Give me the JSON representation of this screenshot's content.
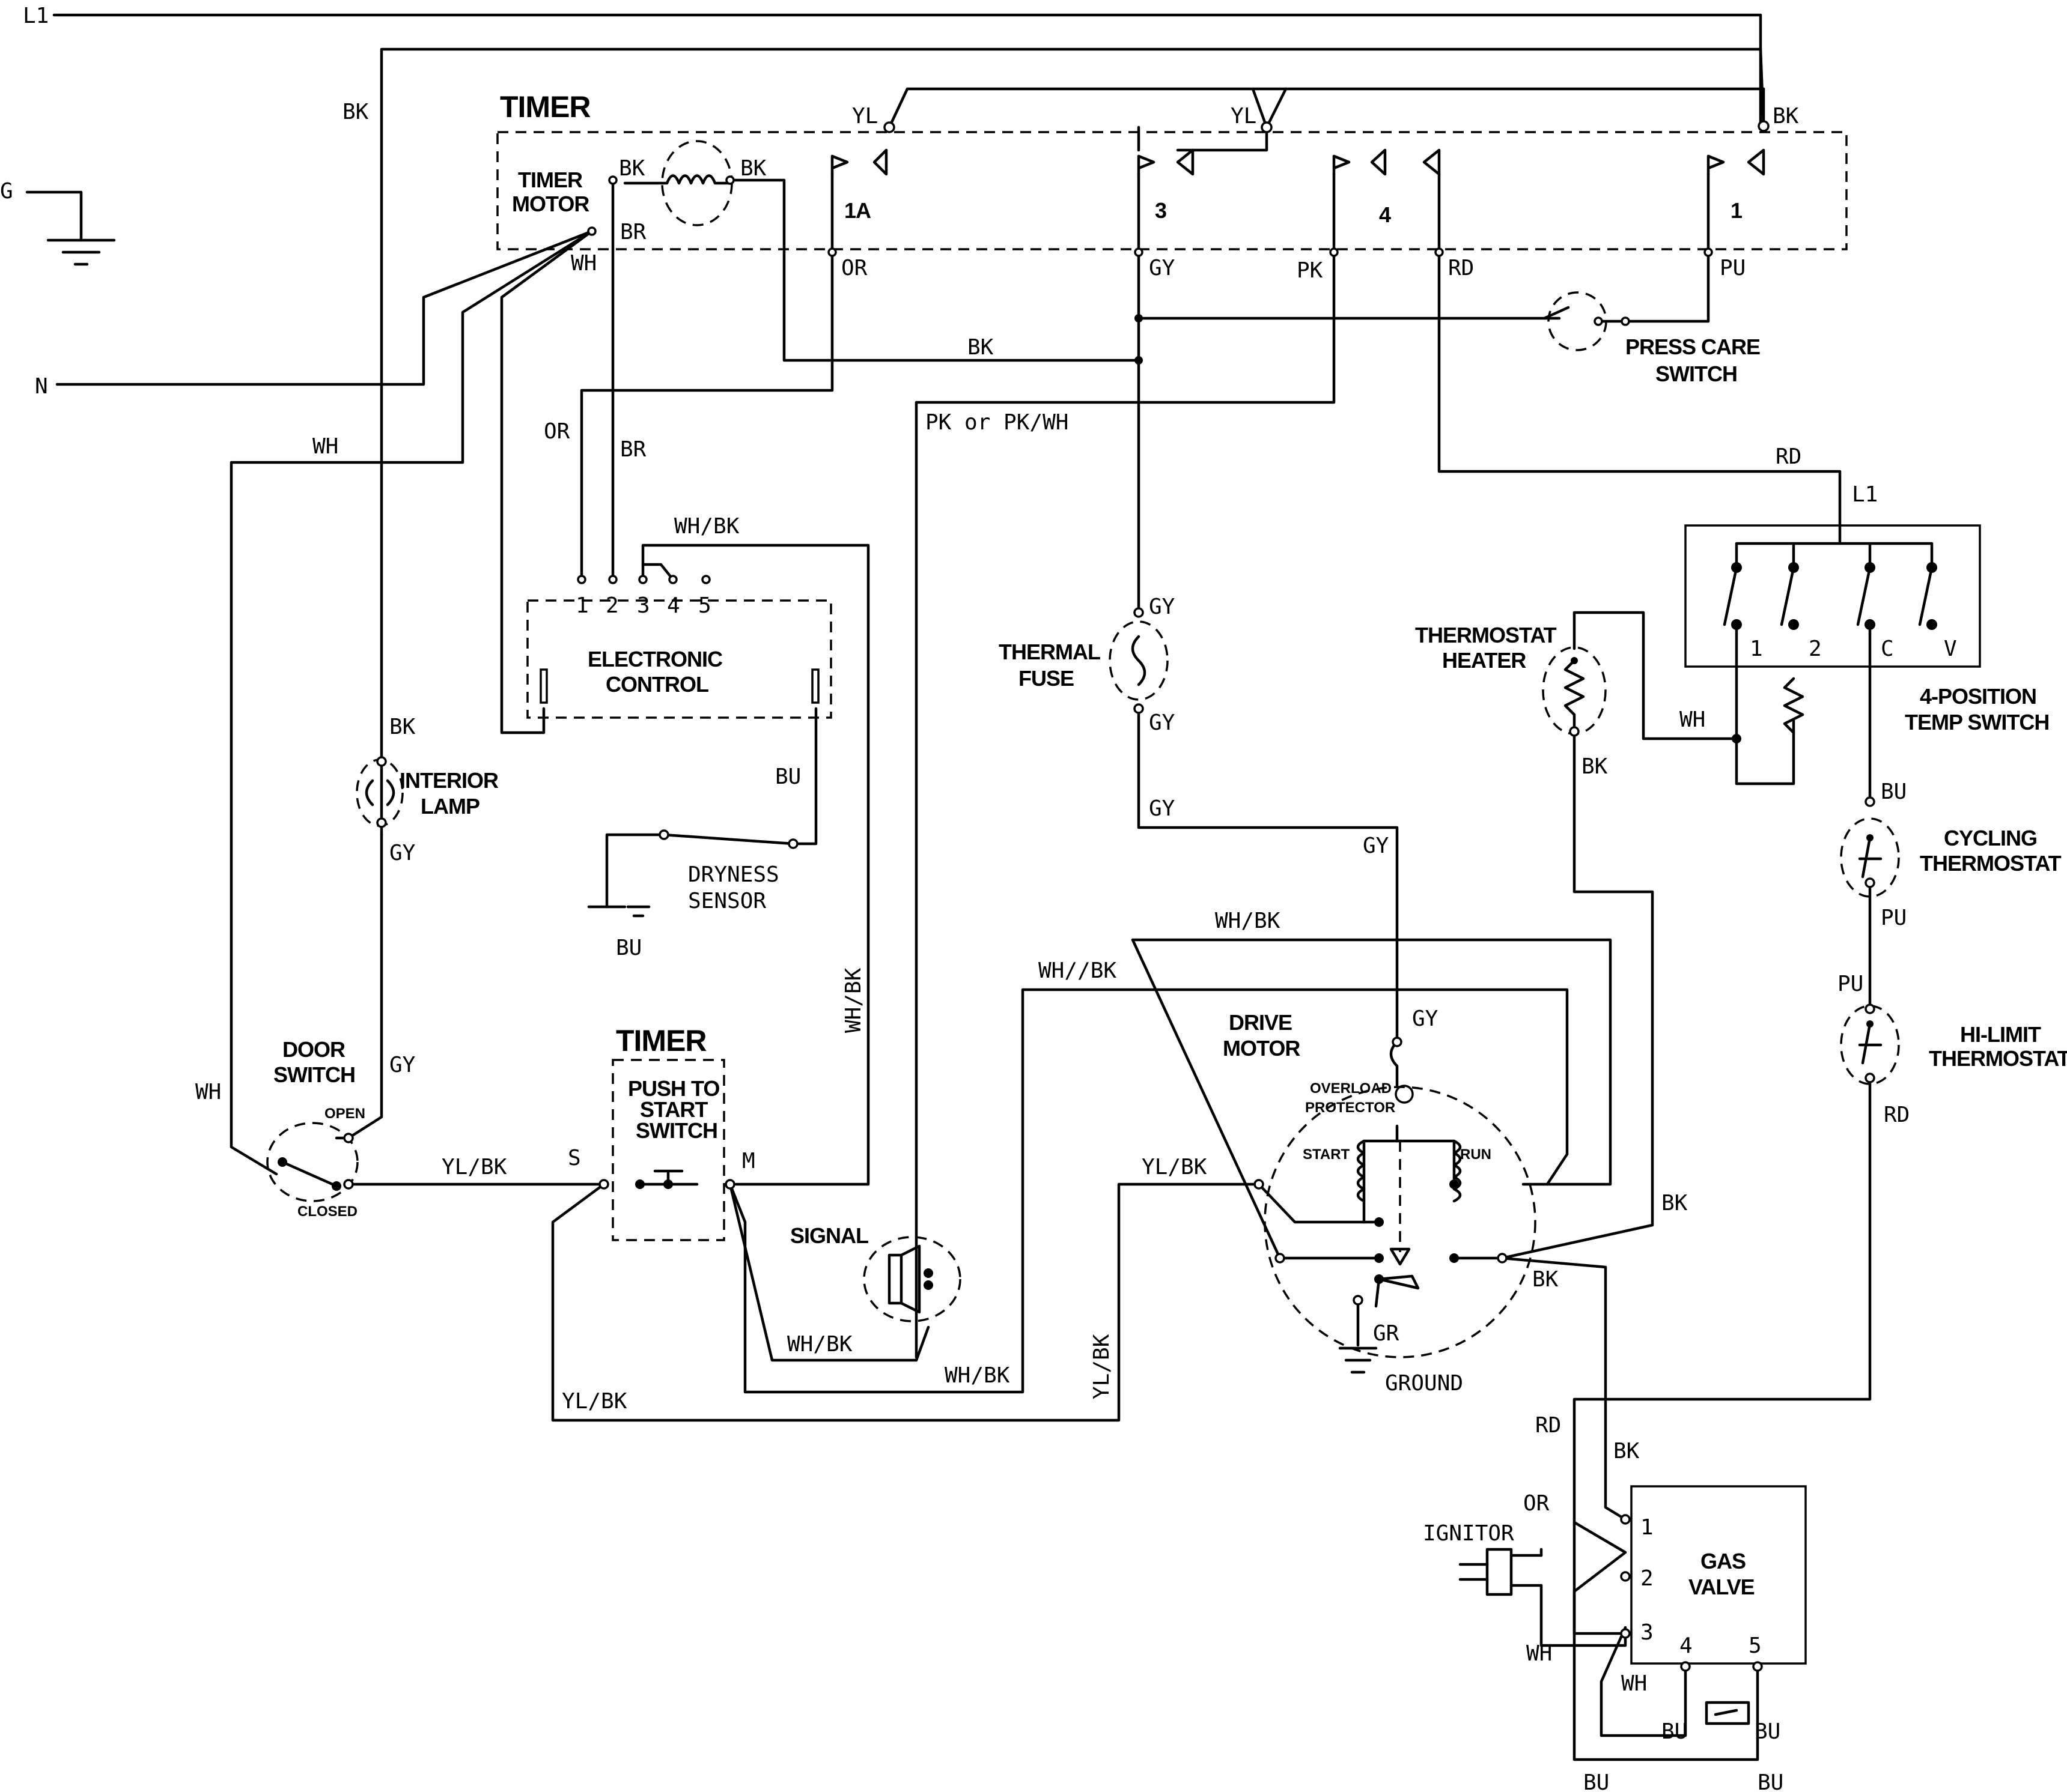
{
  "terminals": {
    "l1_top": "L1",
    "ground_g": "G",
    "neutral": "N",
    "l1_temp": "L1"
  },
  "timer": {
    "title": "TIMER",
    "motor_label": [
      "TIMER",
      "MOTOR"
    ],
    "contacts": {
      "c1a": "1A",
      "c3": "3",
      "c4": "4",
      "c1": "1"
    }
  },
  "wire_colors": {
    "bk_left": "BK",
    "yl_1": "YL",
    "yl_2": "YL",
    "bk_right": "BK",
    "bk_motor_a": "BK",
    "bk_motor_b": "BK",
    "br_motor": "BR",
    "wh_motor": "WH",
    "or_1a": "OR",
    "gy_3": "GY",
    "pk_4": "PK",
    "rd_4": "RD",
    "pu_1": "PU",
    "bk_mid": "BK",
    "pk_or_pkwh": "PK or PK/WH",
    "wh_left": "WH",
    "or_ec": "OR",
    "br_ec": "BR",
    "whbk_ec": "WH/BK",
    "bu_sensor": "BU",
    "bu_ground": "BU",
    "bk_lamp": "BK",
    "gy_lamp": "GY",
    "gy_door": "GY",
    "wh_door": "WH",
    "whbk_vert": "WH/BK",
    "ylbk_door": "YL/BK",
    "ylbk_bottom": "YL/BK",
    "whbk_signal": "WH/BK",
    "whbk_bottom": "WH/BK",
    "ylbk_vert": "YL/BK",
    "ylbk_motor": "YL/BK",
    "whbk_top": "WH/BK",
    "whbk_second": "WH//BK",
    "gy_fuse_top": "GY",
    "gy_fuse_bot": "GY",
    "gy_mid": "GY",
    "gy_right": "GY",
    "gy_motor": "GY",
    "gr": "GR",
    "rd_top": "RD",
    "wh_heater": "WH",
    "bk_heater": "BK",
    "bk_motor_right": "BK",
    "bk_motor_low": "BK",
    "bu_cyc": "BU",
    "pu_cyc": "PU",
    "pu_hl": "PU",
    "rd_hl": "RD",
    "rd_gv": "RD",
    "bk_gv": "BK",
    "or_ign": "OR",
    "wh_ign": "WH",
    "wh_gv": "WH",
    "bu_a": "BU",
    "bu_b": "BU",
    "bu_c": "BU",
    "bu_d": "BU"
  },
  "components": {
    "press_care": [
      "PRESS CARE",
      "SWITCH"
    ],
    "electronic_control": [
      "ELECTRONIC",
      "CONTROL"
    ],
    "ec_pins": [
      "1",
      "2",
      "3",
      "4",
      "5"
    ],
    "dryness_sensor": [
      "DRYNESS",
      "SENSOR"
    ],
    "interior_lamp": [
      "INTERIOR",
      "LAMP"
    ],
    "door_switch": [
      "DOOR",
      "SWITCH"
    ],
    "door_open": "OPEN",
    "door_closed": "CLOSED",
    "timer2_title": "TIMER",
    "push_to_start": [
      "PUSH TO",
      "START",
      "SWITCH"
    ],
    "s_term": "S",
    "m_term": "M",
    "signal": "SIGNAL",
    "thermal_fuse": [
      "THERMAL",
      "FUSE"
    ],
    "drive_motor": [
      "DRIVE",
      "MOTOR"
    ],
    "overload": [
      "OVERLOAD",
      "PROTECTOR"
    ],
    "start": "START",
    "run": "RUN",
    "ground": "GROUND",
    "thermostat_heater": [
      "THERMOSTAT",
      "HEATER"
    ],
    "temp_switch": [
      "4-POSITION",
      "TEMP SWITCH"
    ],
    "temp_positions": [
      "1",
      "2",
      "C",
      "V"
    ],
    "cycling_thermostat": [
      "CYCLING",
      "THERMOSTAT"
    ],
    "hilimit_thermostat": [
      "HI-LIMIT",
      "THERMOSTAT"
    ],
    "ignitor": "IGNITOR",
    "gas_valve": [
      "GAS",
      "VALVE"
    ],
    "gas_valve_pins": [
      "1",
      "2",
      "3",
      "4",
      "5"
    ]
  }
}
